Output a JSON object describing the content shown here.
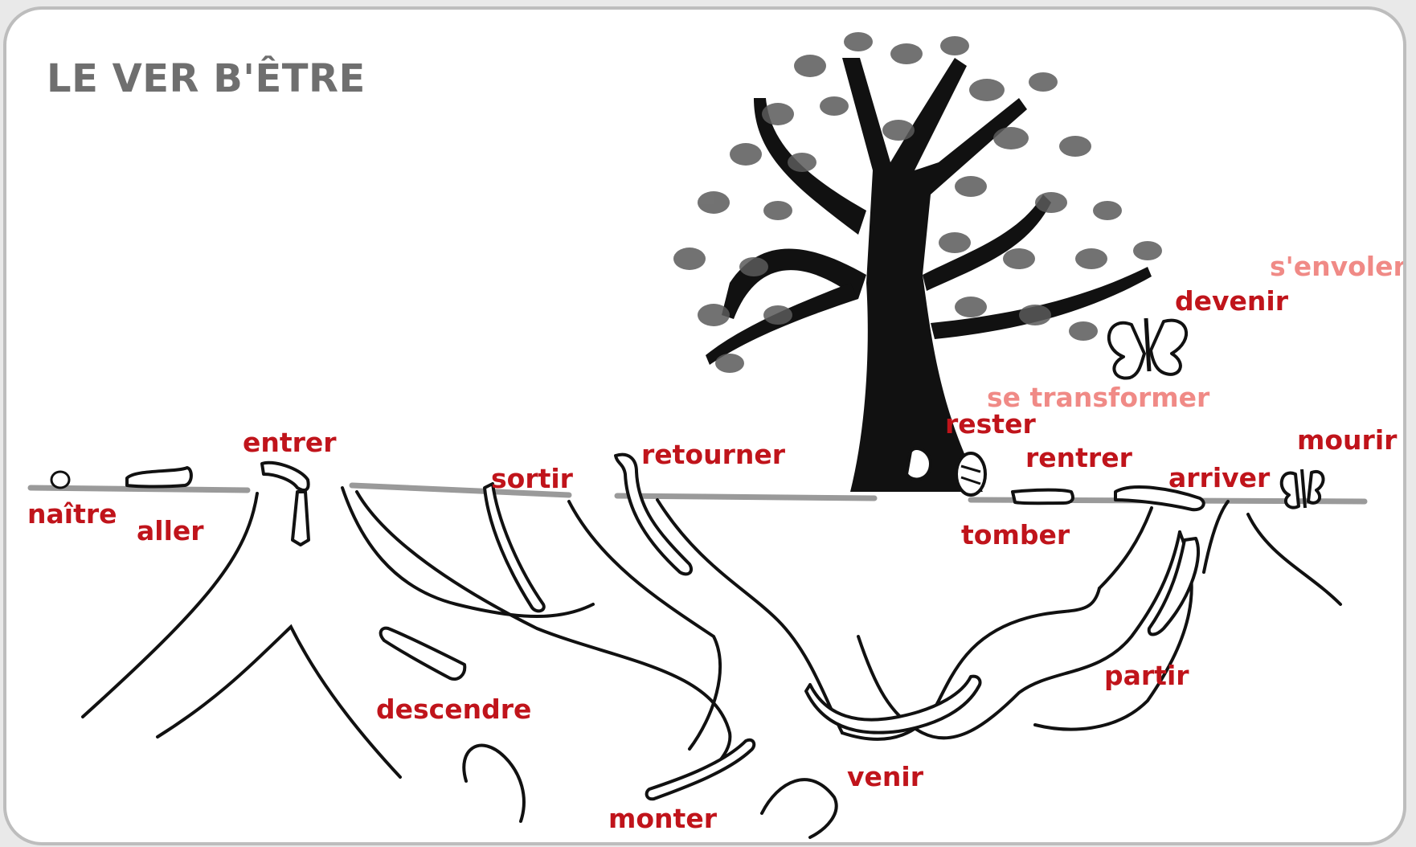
{
  "title": "LE VER B'ÊTRE",
  "colors": {
    "verb": "#c0141b",
    "verb_pronominal": "#f08a86",
    "title": "#6f6f6f",
    "ink": "#111111",
    "ground": "#9a9a9a"
  },
  "verbs": {
    "naitre": "naître",
    "aller": "aller",
    "entrer": "entrer",
    "sortir": "sortir",
    "retourner": "retourner",
    "descendre": "descendre",
    "monter": "monter",
    "venir": "venir",
    "rester": "rester",
    "tomber": "tomber",
    "rentrer": "rentrer",
    "arriver": "arriver",
    "partir": "partir",
    "mourir": "mourir",
    "devenir": "devenir",
    "se_transformer": "se transformer",
    "s_envoler": "s'envoler"
  },
  "icons": [
    "tree-icon",
    "worm-icon",
    "butterfly-icon",
    "egg-icon",
    "cocoon-icon",
    "tunnel-icon"
  ]
}
